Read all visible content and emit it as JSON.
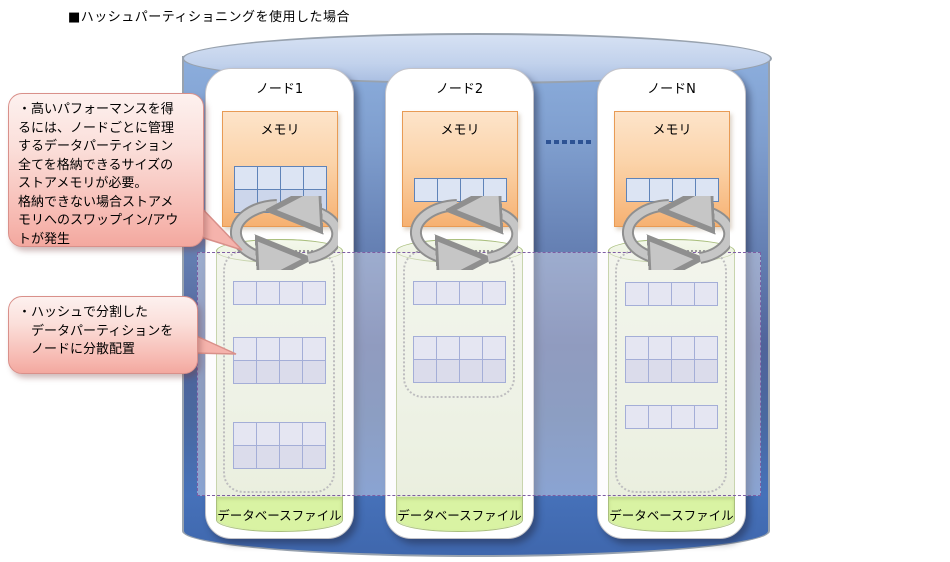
{
  "title": "■ハッシュパーティショニングを使用した場合",
  "callouts": {
    "performance_note": "・高いパフォーマンスを得\nるには、ノードごとに管理\nするデータパーティション\n全てを格納できるサイズの\nストアメモリが必要。\n格納できない場合ストアメ\nモリへのスワップイン/アウ\nトが発生",
    "hash_note": "・ハッシュで分割した\n　データパーティションを\n　ノードに分散配置"
  },
  "nodes": [
    {
      "label": "ノード1",
      "memory_label": "メモリ",
      "db_label": "データベースファイル",
      "memory_table_rows": 2,
      "db_tables_rows": [
        1,
        2,
        2
      ]
    },
    {
      "label": "ノード2",
      "memory_label": "メモリ",
      "db_label": "データベースファイル",
      "memory_table_rows": 1,
      "db_tables_rows": [
        1,
        2
      ]
    },
    {
      "label": "ノードN",
      "memory_label": "メモリ",
      "db_label": "データベースファイル",
      "memory_table_rows": 1,
      "db_tables_rows": [
        1,
        2,
        1
      ]
    }
  ],
  "more_nodes_indicator_dots": 6,
  "colors": {
    "cylinder_blue_top": "#8caedd",
    "cylinder_blue_bottom": "#3f67ad",
    "memory_orange": "#f6b172",
    "db_green": "#e7efd8",
    "db_label_green": "#d9f3a3",
    "callout_pink": "#f3a89f",
    "overlay_dash_purple": "#7e5ca3",
    "table_border_blue": "#5f83b8"
  }
}
